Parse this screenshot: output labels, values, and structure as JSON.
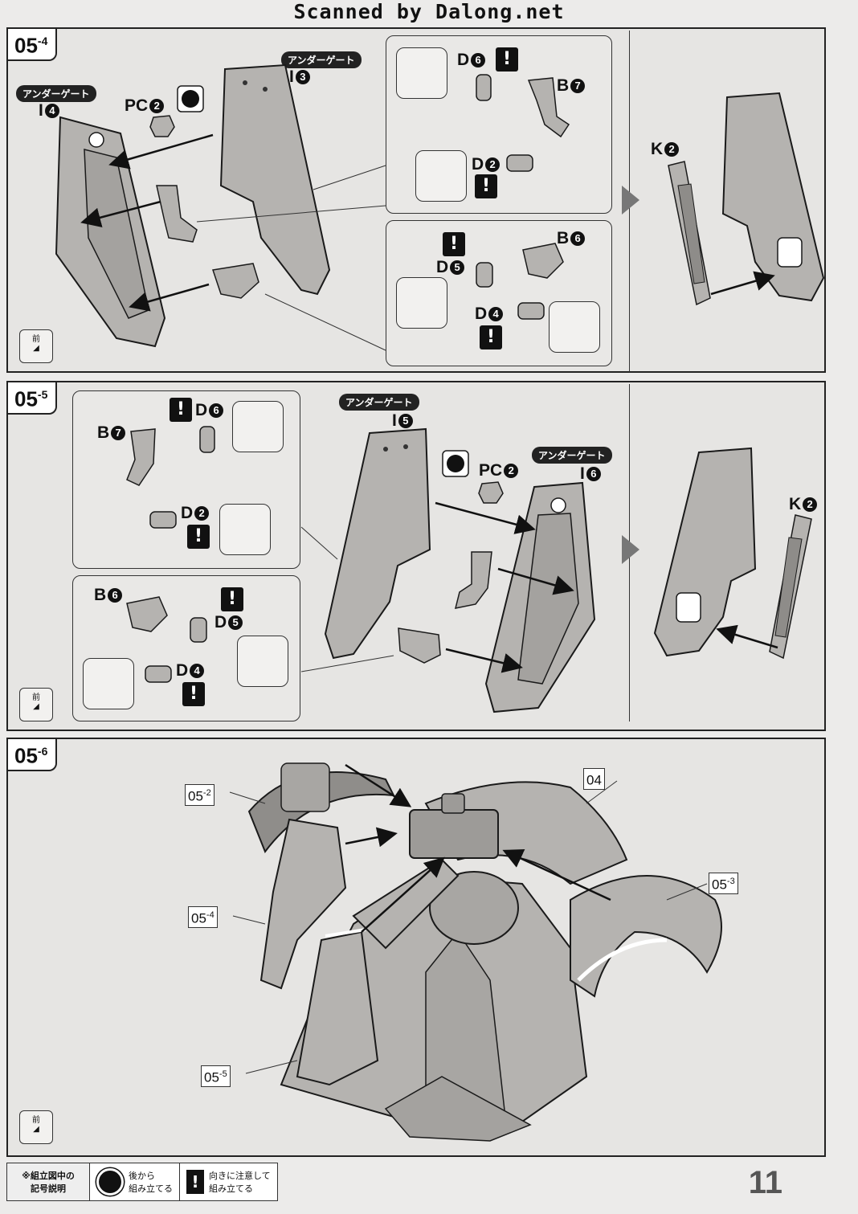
{
  "header": {
    "scan_credit": "Scanned by Dalong.net"
  },
  "step_05_4": {
    "tag": "05",
    "tag_sub": "-4",
    "gate_labels": [
      "アンダーゲート",
      "アンダーゲート"
    ],
    "parts": {
      "i4": "I",
      "i4_num": "4",
      "i3": "I",
      "i3_num": "3",
      "pc2": "PC",
      "pc2_num": "2",
      "d6": "D",
      "d6_num": "6",
      "b7": "B",
      "b7_num": "7",
      "d2": "D",
      "d2_num": "2",
      "b6": "B",
      "b6_num": "6",
      "d5": "D",
      "d5_num": "5",
      "d4": "D",
      "d4_num": "4",
      "k2": "K",
      "k2_num": "2"
    },
    "front_label": "前"
  },
  "step_05_5": {
    "tag": "05",
    "tag_sub": "-5",
    "gate_labels": [
      "アンダーゲート",
      "アンダーゲート"
    ],
    "parts": {
      "b7": "B",
      "b7_num": "7",
      "d6": "D",
      "d6_num": "6",
      "d2": "D",
      "d2_num": "2",
      "b6": "B",
      "b6_num": "6",
      "d5": "D",
      "d5_num": "5",
      "d4": "D",
      "d4_num": "4",
      "i5": "I",
      "i5_num": "5",
      "pc2": "PC",
      "pc2_num": "2",
      "i6": "I",
      "i6_num": "6",
      "k2": "K",
      "k2_num": "2"
    },
    "front_label": "前"
  },
  "step_05_6": {
    "tag": "05",
    "tag_sub": "-6",
    "callouts": [
      {
        "main": "05",
        "sub": "-2"
      },
      {
        "main": "04",
        "sub": ""
      },
      {
        "main": "05",
        "sub": "-4"
      },
      {
        "main": "05",
        "sub": "-3"
      },
      {
        "main": "05",
        "sub": "-5"
      }
    ],
    "front_label": "前"
  },
  "legend": {
    "title": "※組立図中の\n記号説明",
    "item1": "後から\n組み立てる",
    "item2": "向きに注意して\n組み立てる"
  },
  "page_number": "11",
  "colors": {
    "part_fill": "#b5b3b0",
    "part_stroke": "#1a1a1a",
    "arrow": "#111111"
  }
}
